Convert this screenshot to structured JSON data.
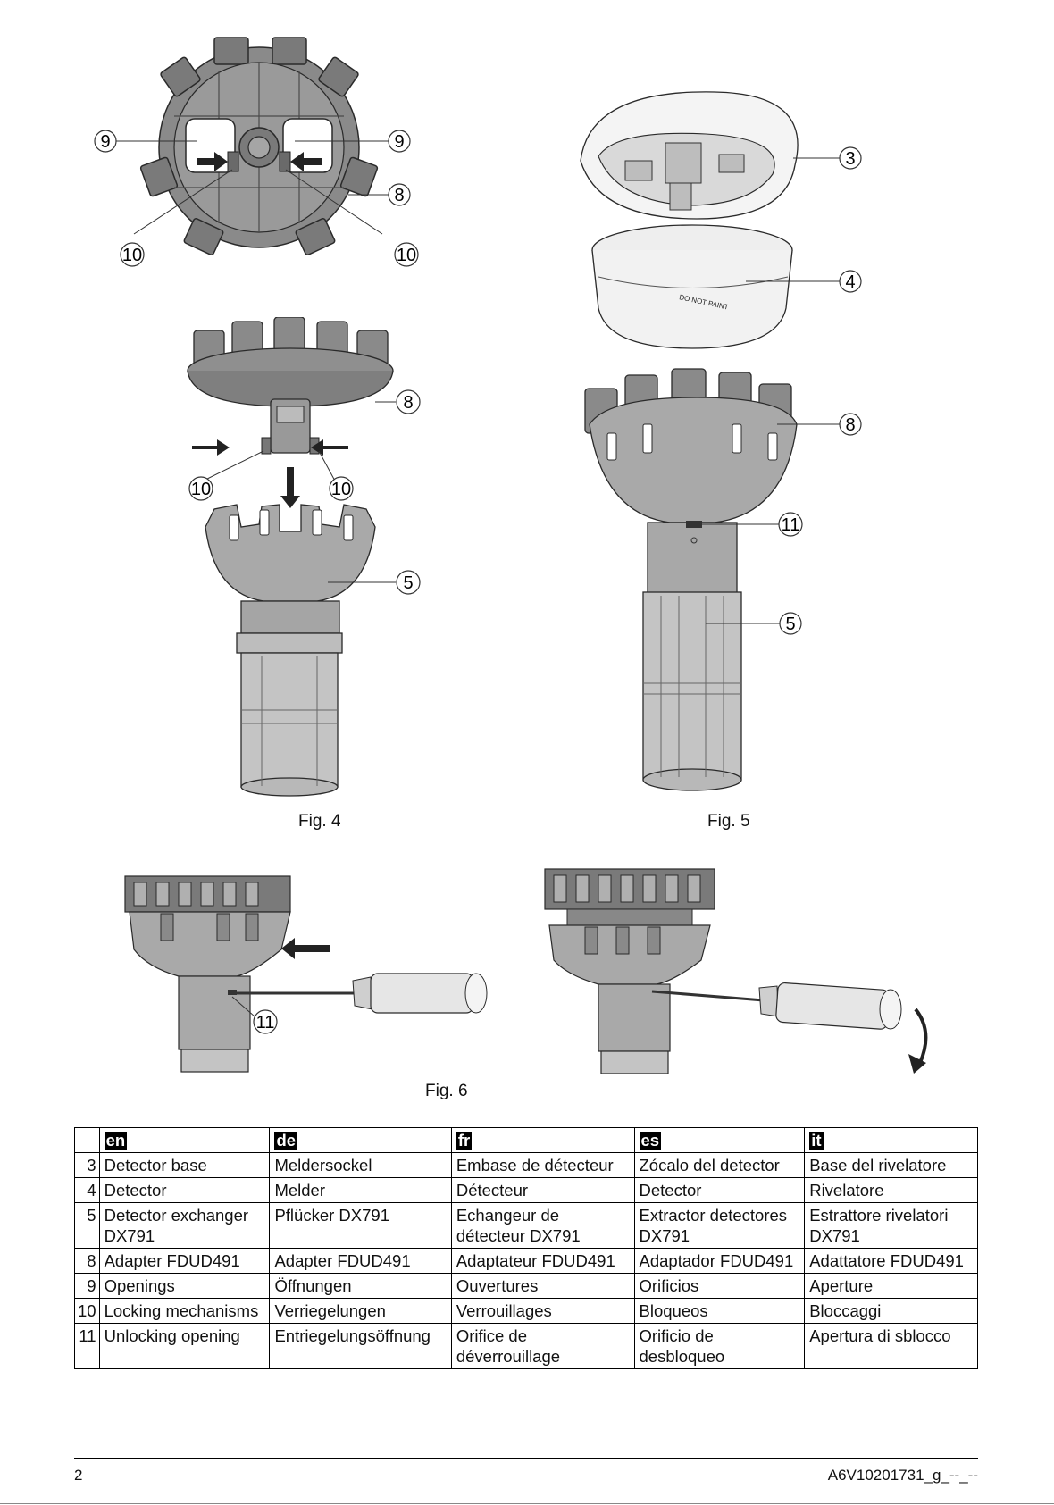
{
  "figures": {
    "fig4": {
      "caption": "Fig. 4",
      "callouts": {
        "c9a": "9",
        "c9b": "9",
        "c8a": "8",
        "c10a": "10",
        "c10b": "10",
        "c8b": "8",
        "c10c": "10",
        "c10d": "10",
        "c5": "5"
      }
    },
    "fig5": {
      "caption": "Fig. 5",
      "callouts": {
        "c3": "3",
        "c4": "4",
        "c8": "8",
        "c11": "11",
        "c5": "5"
      },
      "detector_label": "DO NOT PAINT"
    },
    "fig6": {
      "caption": "Fig. 6",
      "callouts": {
        "c11": "11"
      }
    }
  },
  "table": {
    "languages": [
      "en",
      "de",
      "fr",
      "es",
      "it"
    ],
    "rows": [
      {
        "num": "3",
        "cells": [
          "Detector base",
          "Meldersockel",
          "Embase de détecteur",
          "Zócalo del detector",
          "Base del rivelatore"
        ]
      },
      {
        "num": "4",
        "cells": [
          "Detector",
          "Melder",
          "Détecteur",
          "Detector",
          "Rivelatore"
        ]
      },
      {
        "num": "5",
        "cells": [
          "Detector exchanger DX791",
          "Pflücker DX791",
          "Echangeur de détecteur DX791",
          "Extractor detectores DX791",
          "Estrattore rivelatori DX791"
        ]
      },
      {
        "num": "8",
        "cells": [
          "Adapter FDUD491",
          "Adapter FDUD491",
          "Adaptateur FDUD491",
          "Adaptador FDUD491",
          "Adattatore FDUD491"
        ]
      },
      {
        "num": "9",
        "cells": [
          "Openings",
          "Öffnungen",
          "Ouvertures",
          "Orificios",
          "Aperture"
        ]
      },
      {
        "num": "10",
        "cells": [
          "Locking mechanisms",
          "Verriegelungen",
          "Verrouillages",
          "Bloqueos",
          "Bloccaggi"
        ]
      },
      {
        "num": "11",
        "cells": [
          "Unlocking opening",
          "Entriegelungsöffnung",
          "Orifice de déverrouillage",
          "Orificio de desbloqueo",
          "Apertura di sblocco"
        ]
      }
    ]
  },
  "footer": {
    "page_number": "2",
    "doc_id": "A6V10201731_g_--_--"
  }
}
